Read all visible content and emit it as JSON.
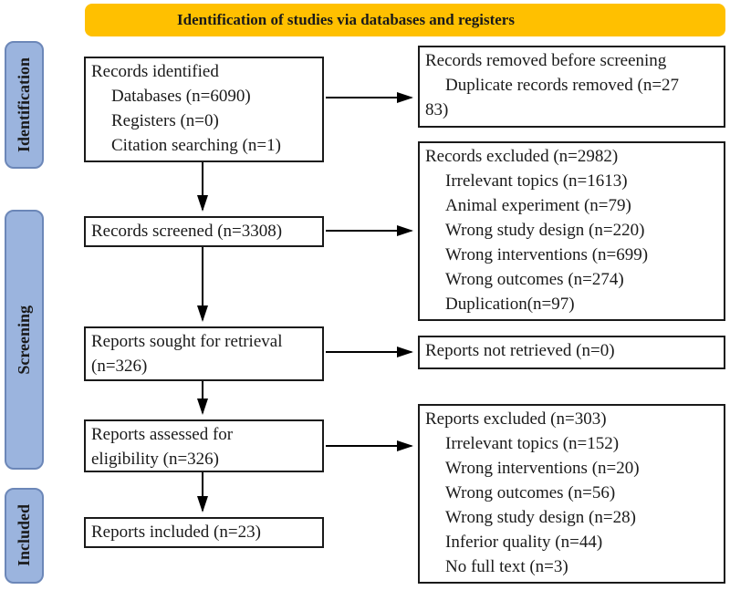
{
  "banner": {
    "title": "Identification of studies via databases and registers"
  },
  "sidebar": {
    "labels": [
      {
        "text": "Identification"
      },
      {
        "text": "Screening"
      },
      {
        "text": "Included"
      }
    ]
  },
  "boxes": {
    "records_identified": {
      "lines": [
        "Records identified",
        "Databases (n=6090)",
        "Registers (n=0)",
        "Citation searching (n=1)"
      ]
    },
    "records_removed": {
      "lines": [
        "Records removed before screening",
        "Duplicate records removed (n=27",
        "83)"
      ]
    },
    "records_screened": {
      "lines": [
        "Records screened (n=3308)"
      ]
    },
    "records_excluded": {
      "lines": [
        "Records excluded (n=2982)",
        "Irrelevant topics (n=1613)",
        "Animal experiment (n=79)",
        "Wrong study design (n=220)",
        "Wrong interventions (n=699)",
        "Wrong outcomes (n=274)",
        "Duplication(n=97)"
      ]
    },
    "reports_sought": {
      "lines": [
        "Reports sought for retrieval",
        "(n=326)"
      ]
    },
    "reports_not_retrieved": {
      "lines": [
        "Reports not retrieved (n=0)"
      ]
    },
    "reports_assessed": {
      "lines": [
        "Reports assessed for",
        "eligibility (n=326)"
      ]
    },
    "reports_excluded": {
      "lines": [
        "Reports excluded (n=303)",
        "Irrelevant topics (n=152)",
        "Wrong interventions (n=20)",
        "Wrong outcomes (n=56)",
        "Wrong study design (n=28)",
        "Inferior quality (n=44)",
        "No full text (n=3)"
      ]
    },
    "reports_included": {
      "lines": [
        "Reports included (n=23)"
      ]
    }
  },
  "colors": {
    "banner_bg": "#FFC000",
    "sidebar_fill": "#9BB4DE",
    "sidebar_border": "#6C87B8",
    "box_border": "#1A1A1A",
    "arrow": "#000000",
    "text": "#1A1A1A"
  }
}
